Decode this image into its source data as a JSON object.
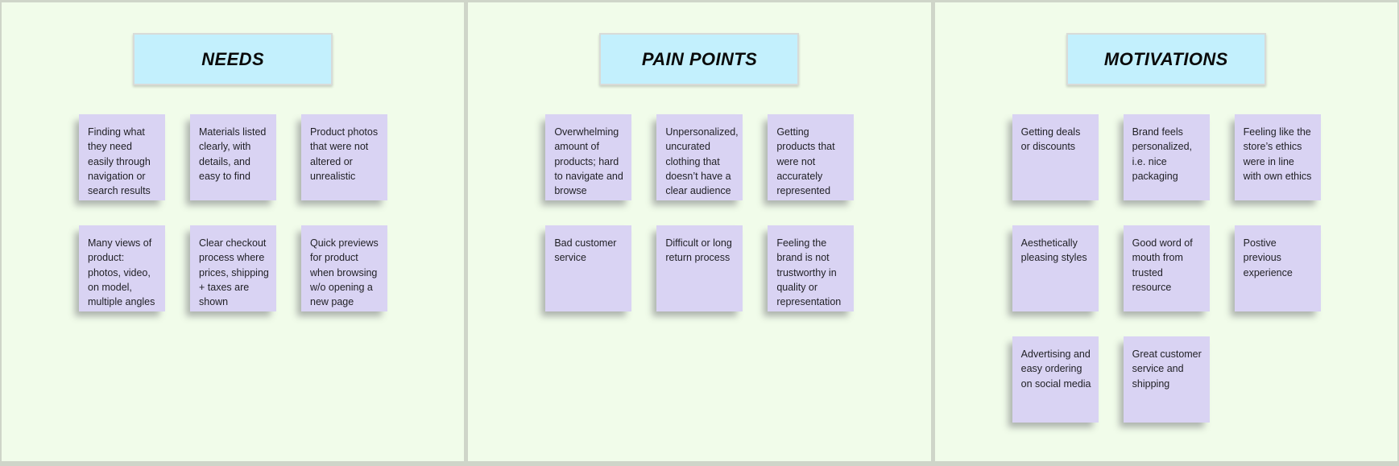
{
  "colors": {
    "frame_gray": "#cfd5c9",
    "panel_green": "#f1fcea",
    "header_cyan": "#c3f0fd",
    "header_border": "#d8dbd8",
    "note_lavender": "#d9d3f3",
    "note_text": "#1f1f24",
    "title_text": "#0a0a0a"
  },
  "columns": [
    {
      "title": "NEEDS",
      "notes": [
        "Finding what they need easily through navigation or search results",
        "Materials listed clearly, with details, and easy to find",
        "Product photos that were not altered or unrealistic",
        "Many views of product: photos, video, on model, multiple angles",
        "Clear checkout process where prices, shipping + taxes are shown",
        "Quick previews for product when browsing w/o opening a new page"
      ]
    },
    {
      "title": "PAIN POINTS",
      "notes": [
        "Overwhelming amount of products; hard to navigate and browse",
        "Unpersonalized, uncurated clothing that doesn’t have a clear audience",
        "Getting products that were not accurately represented",
        "Bad customer service",
        "Difficult or long return process",
        "Feeling the brand is not trustworthy in quality or representation"
      ]
    },
    {
      "title": "MOTIVATIONS",
      "notes": [
        "Getting deals or discounts",
        "Brand feels personalized, i.e. nice packaging",
        "Feeling like the store’s ethics were in line with own ethics",
        "Aesthetically pleasing styles",
        "Good word of mouth from trusted resource",
        "Postive previous experience",
        "Advertising and easy ordering on social media",
        "Great customer service and shipping"
      ]
    }
  ]
}
